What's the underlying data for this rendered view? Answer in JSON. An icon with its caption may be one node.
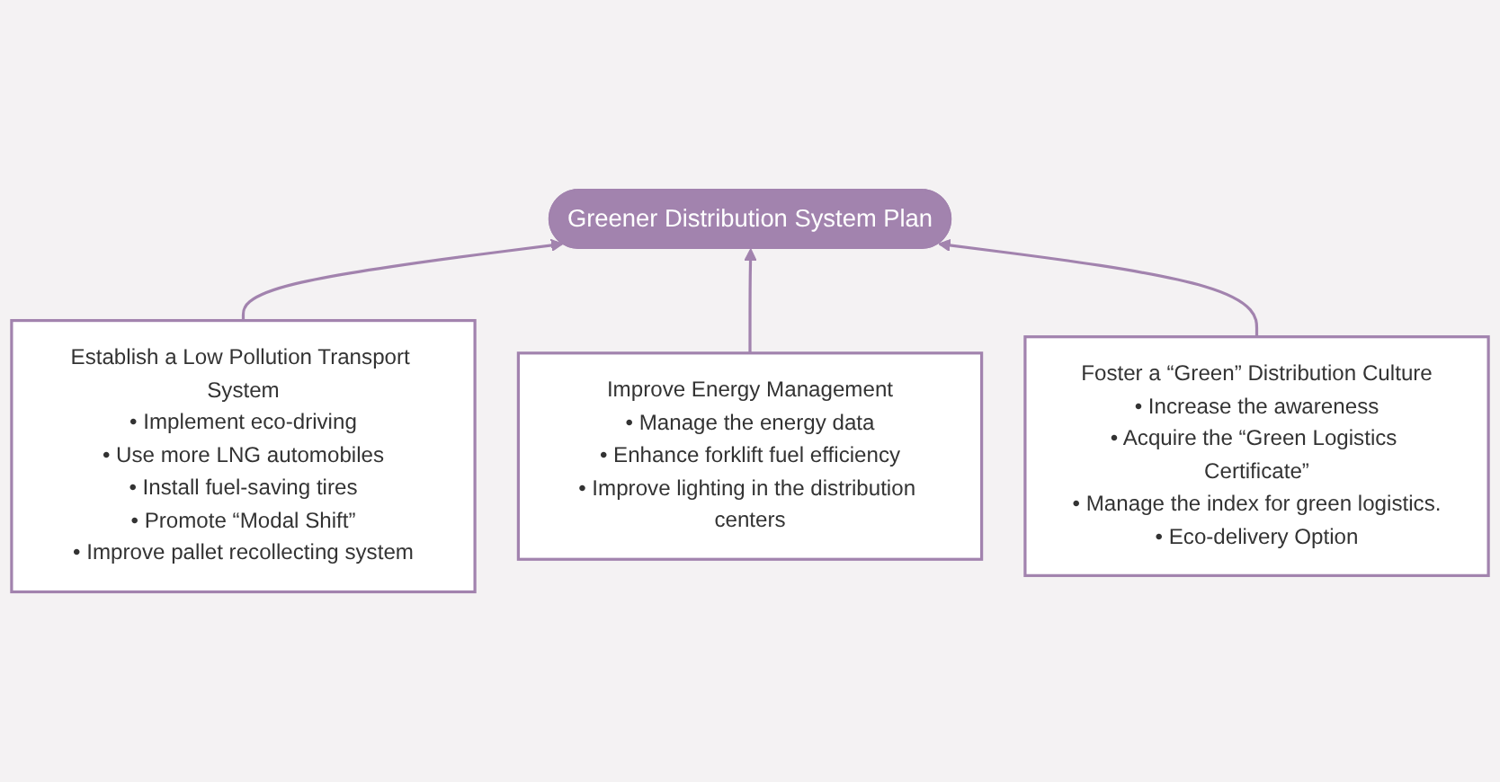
{
  "diagram": {
    "nodes": [
      {
        "text": [
          "Greener Distribution System Plan"
        ]
      },
      {
        "text": [
          "Establish a Low Pollution Transport System",
          "• Implement eco-driving",
          "• Use more LNG automobiles",
          "• Install fuel-saving tires",
          "• Promote “Modal Shift”",
          "• Improve pallet recollecting system"
        ]
      },
      {
        "text": [
          "Improve Energy Management",
          "• Manage the energy data",
          "• Enhance forklift fuel efficiency",
          "• Improve lighting in the distribution centers"
        ]
      },
      {
        "text": [
          "Foster a “Green” Distribution Culture",
          "• Increase the awareness",
          "• Acquire the “Green Logistics Certificate”",
          "• Manage the index for green logistics.",
          "• Eco-delivery Option"
        ]
      }
    ],
    "edges": [
      {
        "from": 1,
        "to": 0,
        "arrow": "to"
      },
      {
        "from": 2,
        "to": 0,
        "arrow": "to"
      },
      {
        "from": 3,
        "to": 0,
        "arrow": "to"
      }
    ]
  }
}
